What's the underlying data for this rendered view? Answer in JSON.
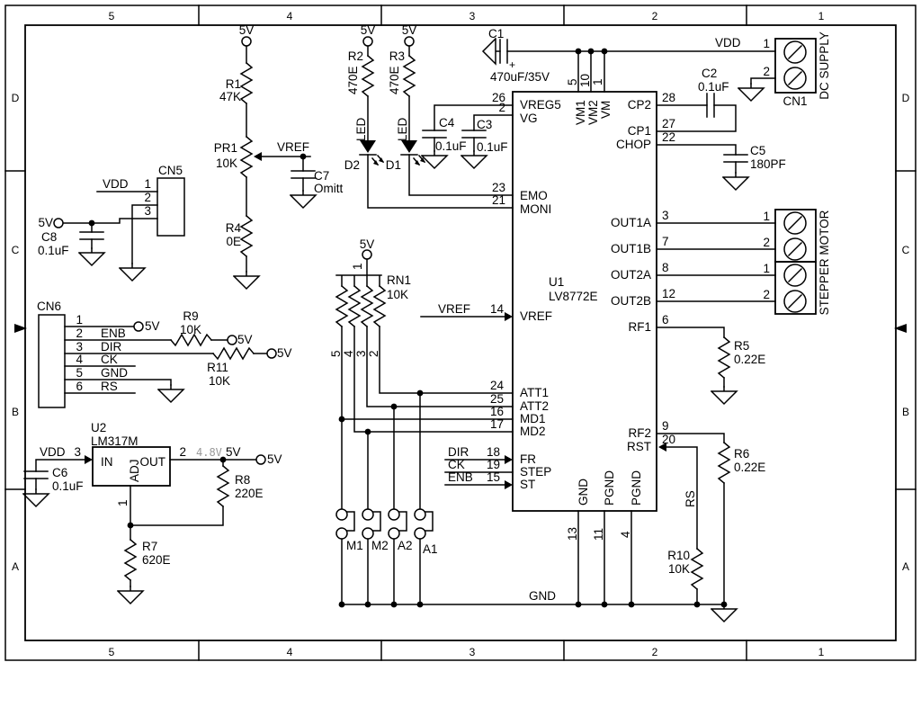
{
  "colors": {
    "ink": "#000000",
    "background": "#ffffff",
    "muted_voltage": "#9a9a9a"
  },
  "sheet": {
    "columns": [
      "5",
      "4",
      "3",
      "2",
      "1"
    ],
    "rows": [
      "D",
      "C",
      "B",
      "A"
    ]
  },
  "nets": {
    "v5": "5V",
    "vdd": "VDD",
    "gnd": "GND",
    "vref": "VREF",
    "v48": "4.8V",
    "rs": "RS",
    "enb": "ENB",
    "dir": "DIR",
    "ck": "CK"
  },
  "u1": {
    "ref": "U1",
    "part": "LV8772E",
    "left_pins": [
      {
        "n": "26",
        "name": "VREG5"
      },
      {
        "n": "2",
        "name": "VG"
      },
      {
        "n": "23",
        "name": "EMO"
      },
      {
        "n": "21",
        "name": "MONI"
      },
      {
        "n": "14",
        "name": "VREF"
      },
      {
        "n": "24",
        "name": "ATT1"
      },
      {
        "n": "25",
        "name": "ATT2"
      },
      {
        "n": "16",
        "name": "MD1"
      },
      {
        "n": "17",
        "name": "MD2"
      },
      {
        "n": "18",
        "name": "FR"
      },
      {
        "n": "19",
        "name": "STEP"
      },
      {
        "n": "15",
        "name": "ST"
      }
    ],
    "right_pins": [
      {
        "n": "28",
        "name": "CP2"
      },
      {
        "n": "27",
        "name": "CP1"
      },
      {
        "n": "22",
        "name": "CHOP"
      },
      {
        "n": "3",
        "name": "OUT1A"
      },
      {
        "n": "7",
        "name": "OUT1B"
      },
      {
        "n": "8",
        "name": "OUT2A"
      },
      {
        "n": "12",
        "name": "OUT2B"
      },
      {
        "n": "6",
        "name": "RF1"
      },
      {
        "n": "9",
        "name": "RF2"
      },
      {
        "n": "20",
        "name": "RST"
      }
    ],
    "top_pins": [
      {
        "n": "5",
        "name": "VM1"
      },
      {
        "n": "10",
        "name": "VM2"
      },
      {
        "n": "1",
        "name": "VM"
      }
    ],
    "bottom_pins": [
      {
        "n": "13",
        "name": "GND"
      },
      {
        "n": "11",
        "name": "PGND"
      },
      {
        "n": "4",
        "name": "PGND"
      }
    ]
  },
  "u2": {
    "ref": "U2",
    "part": "LM317M",
    "pin_in": "3",
    "pin_out": "2",
    "pin_adj": "1",
    "in": "IN",
    "out": "OUT",
    "adj": "ADJ"
  },
  "cn1": {
    "ref": "CN1",
    "title": "DC SUPPLY",
    "pins": [
      "1",
      "2"
    ]
  },
  "motor": {
    "title": "STEPPER MOTOR",
    "pins": [
      "1",
      "2",
      "1",
      "2"
    ]
  },
  "cn5": {
    "ref": "CN5",
    "pins": [
      "1",
      "2",
      "3"
    ]
  },
  "cn6": {
    "ref": "CN6",
    "pins": [
      {
        "n": "1",
        "name": ""
      },
      {
        "n": "2",
        "name": "ENB"
      },
      {
        "n": "3",
        "name": "DIR"
      },
      {
        "n": "4",
        "name": "CK"
      },
      {
        "n": "5",
        "name": "GND"
      },
      {
        "n": "6",
        "name": "RS"
      }
    ]
  },
  "r": {
    "r1": {
      "ref": "R1",
      "val": "47K"
    },
    "pr1": {
      "ref": "PR1",
      "val": "10K"
    },
    "r4": {
      "ref": "R4",
      "val": "0E"
    },
    "r2": {
      "ref": "R2",
      "val": "470E"
    },
    "r3": {
      "ref": "R3",
      "val": "470E"
    },
    "r9": {
      "ref": "R9",
      "val": "10K"
    },
    "r11": {
      "ref": "R11",
      "val": "10K"
    },
    "r8": {
      "ref": "R8",
      "val": "220E"
    },
    "r7": {
      "ref": "R7",
      "val": "620E"
    },
    "r5": {
      "ref": "R5",
      "val": "0.22E"
    },
    "r6": {
      "ref": "R6",
      "val": "0.22E"
    },
    "r10": {
      "ref": "R10",
      "val": "10K"
    }
  },
  "rn1": {
    "ref": "RN1",
    "val": "10K",
    "pins": [
      "1",
      "5",
      "4",
      "3",
      "2"
    ]
  },
  "c": {
    "c1": {
      "ref": "C1",
      "val": "470uF/35V",
      "plus": "+"
    },
    "c2": {
      "ref": "C2",
      "val": "0.1uF"
    },
    "c3": {
      "ref": "C3",
      "val": "0.1uF"
    },
    "c4": {
      "ref": "C4",
      "val": "0.1uF"
    },
    "c5": {
      "ref": "C5",
      "val": "180PF"
    },
    "c6": {
      "ref": "C6",
      "val": "0.1uF"
    },
    "c7": {
      "ref": "C7",
      "val": "Omitt"
    },
    "c8": {
      "ref": "C8",
      "val": "0.1uF"
    }
  },
  "d": {
    "d1": {
      "ref": "D1",
      "type": "LED"
    },
    "d2": {
      "ref": "D2",
      "type": "LED"
    }
  },
  "sw": {
    "m1": "M1",
    "m2": "M2",
    "a2": "A2",
    "a1": "A1"
  }
}
